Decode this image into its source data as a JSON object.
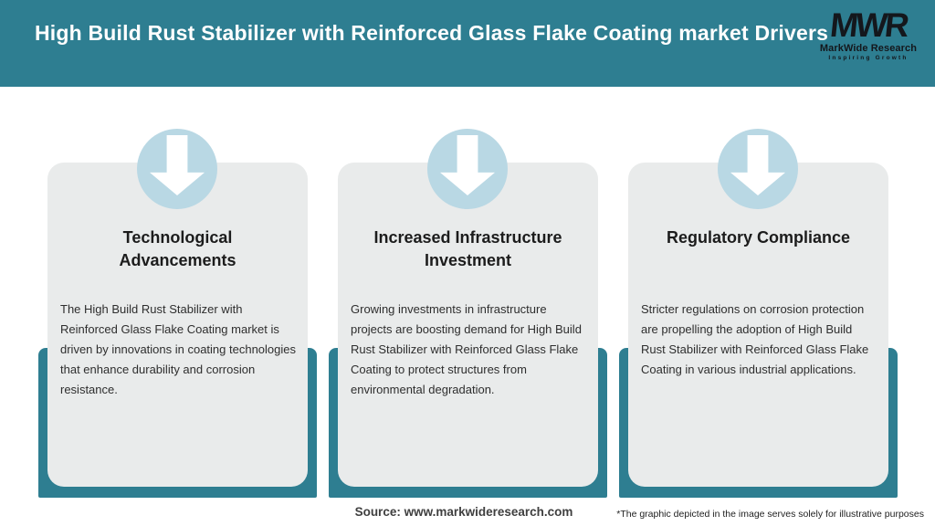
{
  "header": {
    "title": "High Build Rust Stabilizer with Reinforced Glass Flake Coating market Drivers",
    "logo": {
      "mark": "MWR",
      "name": "MarkWide Research",
      "tagline": "Inspiring Growth"
    }
  },
  "cards": [
    {
      "icon": "down-arrow-icon",
      "title": "Technological Advancements",
      "body": "The High Build Rust Stabilizer with Reinforced Glass Flake Coating market is driven by innovations in coating technologies that enhance durability and corrosion resistance."
    },
    {
      "icon": "down-arrow-icon",
      "title": "Increased Infrastructure Investment",
      "body": "Growing investments in infrastructure projects are boosting demand for High Build Rust Stabilizer with Reinforced Glass Flake Coating to protect structures from environmental degradation."
    },
    {
      "icon": "down-arrow-icon",
      "title": "Regulatory Compliance",
      "body": "Stricter regulations on corrosion protection are propelling the adoption of High Build Rust Stabilizer with Reinforced Glass Flake Coating in various industrial applications."
    }
  ],
  "footer": {
    "source": "Source: www.markwideresearch.com",
    "disclaimer": "*The graphic depicted in the image serves solely for illustrative purposes"
  },
  "colors": {
    "accent_teal": "#2E7E91",
    "circle_blue": "#B9D8E4",
    "card_gray": "#E9EBEB",
    "title_text": "#1C1C1C",
    "header_text": "#FFFFFF",
    "logo_text": "#14171C"
  }
}
